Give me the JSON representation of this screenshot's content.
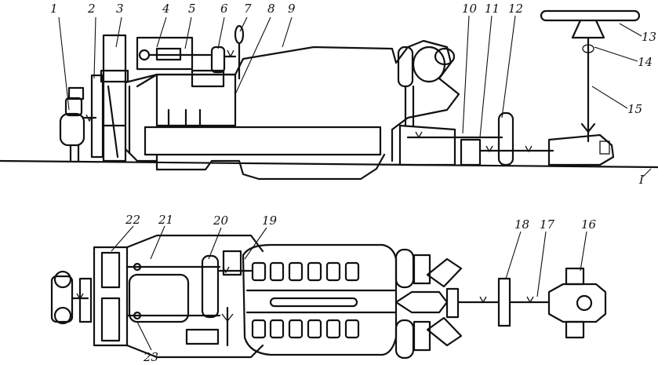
{
  "callouts": [
    {
      "id": "c1",
      "text": "1"
    },
    {
      "id": "c2",
      "text": "2"
    },
    {
      "id": "c3",
      "text": "3"
    },
    {
      "id": "c4",
      "text": "4"
    },
    {
      "id": "c5",
      "text": "5"
    },
    {
      "id": "c6",
      "text": "6"
    },
    {
      "id": "c7",
      "text": "7"
    },
    {
      "id": "c8",
      "text": "8"
    },
    {
      "id": "c9",
      "text": "9"
    },
    {
      "id": "c10",
      "text": "10"
    },
    {
      "id": "c11",
      "text": "11"
    },
    {
      "id": "c12",
      "text": "12"
    },
    {
      "id": "c13",
      "text": "13"
    },
    {
      "id": "c14",
      "text": "14"
    },
    {
      "id": "c15",
      "text": "15"
    },
    {
      "id": "c16",
      "text": "16"
    },
    {
      "id": "c17",
      "text": "17"
    },
    {
      "id": "c18",
      "text": "18"
    },
    {
      "id": "c19",
      "text": "19"
    },
    {
      "id": "c20",
      "text": "20"
    },
    {
      "id": "c21",
      "text": "21"
    },
    {
      "id": "c22",
      "text": "22"
    },
    {
      "id": "c23",
      "text": "23"
    },
    {
      "id": "axis",
      "text": "I"
    }
  ]
}
